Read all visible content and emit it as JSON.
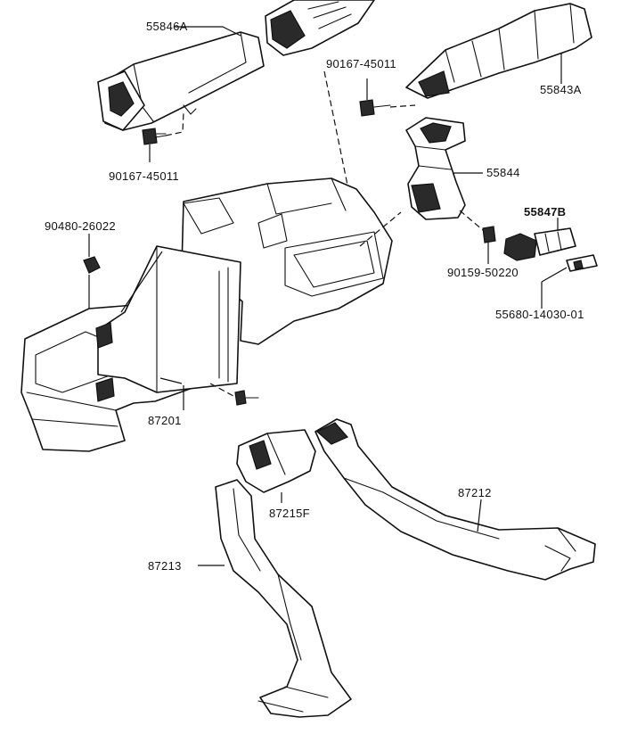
{
  "labels": {
    "p55846A": "55846A",
    "p55843A": "55843A",
    "p90167_top": "90167-45011",
    "p90167_left": "90167-45011",
    "p55844": "55844",
    "p90480": "90480-26022",
    "p55847B": "55847B",
    "p90159": "90159-50220",
    "p55680": "55680-14030-01",
    "p87201": "87201",
    "p87212": "87212",
    "p87215F": "87215F",
    "p87213": "87213"
  }
}
